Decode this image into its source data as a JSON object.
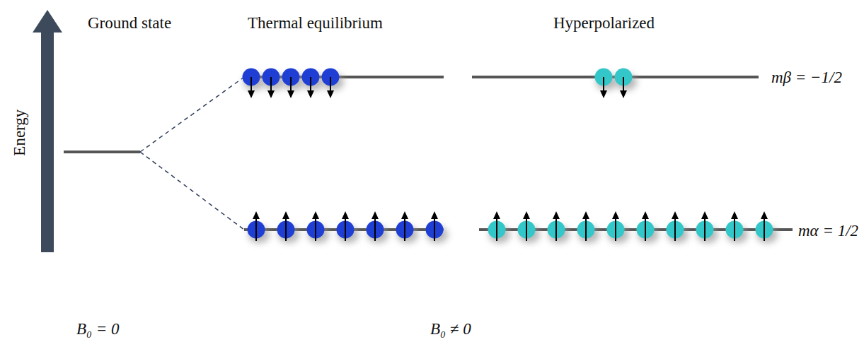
{
  "diagram": {
    "labels": [
      "Ground state",
      "Thermal equilibrium",
      "Hyperpolarized",
      "Energy",
      "mβ = −1/2",
      "mα = 1/2",
      "B₀ = 0",
      "B₀ ≠ 0"
    ]
  }
}
